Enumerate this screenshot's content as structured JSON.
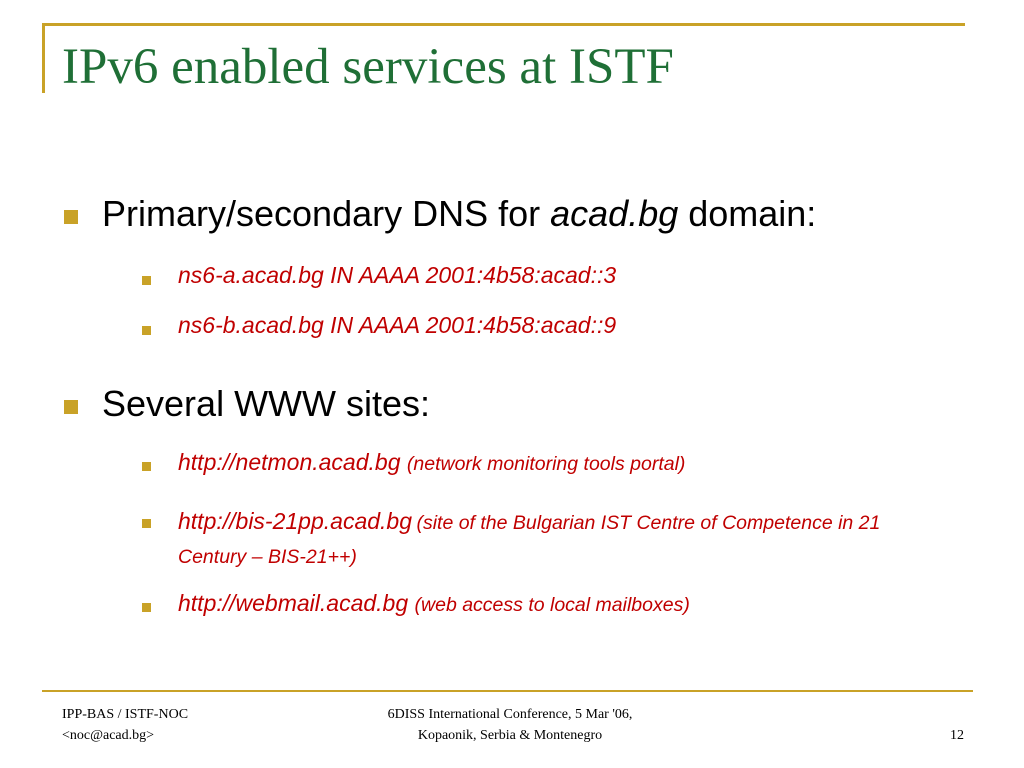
{
  "slide": {
    "title": "IPv6 enabled services at ISTF",
    "sections": [
      {
        "heading_pre": "Primary/secondary DNS for ",
        "heading_em": "acad.bg",
        "heading_post": " domain:",
        "items": [
          "ns6-a.acad.bg IN AAAA 2001:4b58:acad::3",
          "ns6-b.acad.bg IN AAAA 2001:4b58:acad::9"
        ]
      },
      {
        "heading": "Several WWW sites:",
        "items": [
          {
            "url": "http://netmon.acad.bg",
            "note": "(network monitoring tools portal)"
          },
          {
            "url": "http://bis-21pp.acad.bg",
            "note": "(site of the Bulgarian IST Centre of Competence in 21 Century – BIS-21++)"
          },
          {
            "url": "http://webmail.acad.bg",
            "note": "(web access to local mailboxes)"
          }
        ]
      }
    ]
  },
  "footer": {
    "left_line1": "IPP-BAS / ISTF-NOC",
    "left_line2": "<noc@acad.bg>",
    "center_line1": "6DISS International Conference, 5 Mar '06,",
    "center_line2": "Kopaonik, Serbia & Montenegro",
    "page_number": "12"
  },
  "colors": {
    "accent": "#c9a227",
    "title": "#1f6f36",
    "subitem": "#c00000"
  }
}
